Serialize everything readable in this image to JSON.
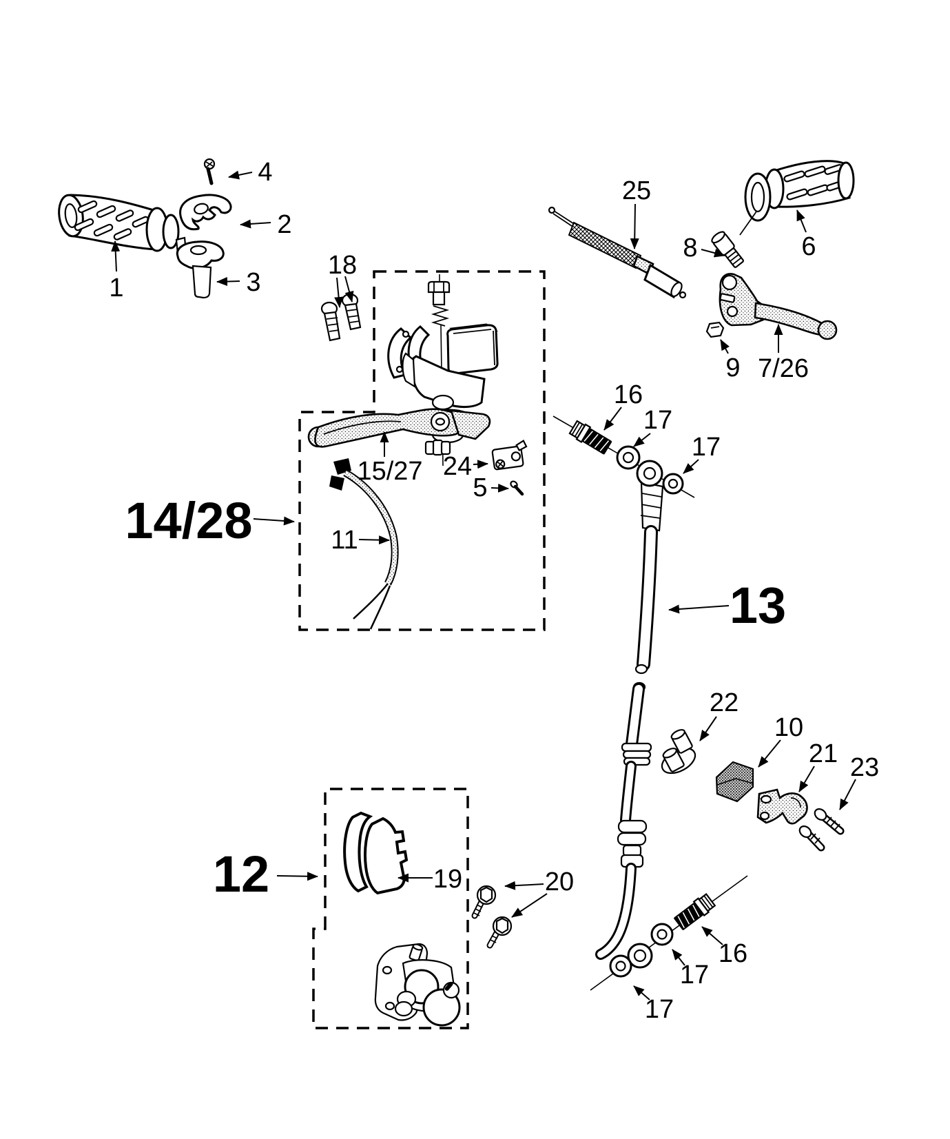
{
  "diagram": {
    "type": "exploded-parts-diagram",
    "subject": "scooter front brake and throttle controls",
    "background": "#ffffff",
    "ink": "#000000"
  },
  "callouts": [
    {
      "target": "grip-left",
      "text": "1"
    },
    {
      "target": "throttle-housing",
      "text": "2"
    },
    {
      "target": "handlebar-clamp",
      "text": "3"
    },
    {
      "target": "housing-screw",
      "text": "4"
    },
    {
      "target": "lever-pin-screw",
      "text": "5"
    },
    {
      "target": "grip-right",
      "text": "6"
    },
    {
      "target": "lever-assembly-right",
      "text": "7/26"
    },
    {
      "target": "cable-adjuster",
      "text": "8"
    },
    {
      "target": "lever-nut",
      "text": "9"
    },
    {
      "target": "rubber-damper",
      "text": "10"
    },
    {
      "target": "switch-wiring",
      "text": "11"
    },
    {
      "target": "caliper-kit-box",
      "text": "12"
    },
    {
      "target": "brake-hose",
      "text": "13"
    },
    {
      "target": "master-cylinder-kit-box",
      "text": "14/28"
    },
    {
      "target": "brake-lever",
      "text": "15/27"
    },
    {
      "target": "banjo-bolt-upper",
      "text": "16"
    },
    {
      "target": "banjo-bolt-lower",
      "text": "16"
    },
    {
      "target": "sealing-washer-upper-a",
      "text": "17"
    },
    {
      "target": "sealing-washer-upper-b",
      "text": "17"
    },
    {
      "target": "sealing-washer-lower-a",
      "text": "17"
    },
    {
      "target": "sealing-washer-lower-b",
      "text": "17"
    },
    {
      "target": "clamp-screws",
      "text": "18"
    },
    {
      "target": "brake-pads",
      "text": "19"
    },
    {
      "target": "caliper-bolts",
      "text": "20"
    },
    {
      "target": "hose-bracket",
      "text": "21"
    },
    {
      "target": "hose-clamp",
      "text": "22"
    },
    {
      "target": "bracket-screws",
      "text": "23"
    },
    {
      "target": "brake-light-switch",
      "text": "24"
    },
    {
      "target": "throttle-cable",
      "text": "25"
    }
  ]
}
